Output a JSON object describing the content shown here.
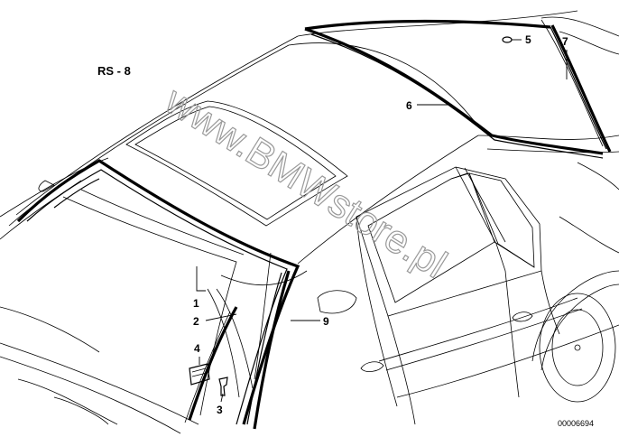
{
  "diagram": {
    "title": "RS - 8",
    "watermark": "www.BMWstore.pl",
    "image_code": "00006694",
    "callouts": [
      {
        "id": "1",
        "text": "1"
      },
      {
        "id": "2",
        "text": "2"
      },
      {
        "id": "3",
        "text": "3"
      },
      {
        "id": "4",
        "text": "4"
      },
      {
        "id": "5",
        "text": "5"
      },
      {
        "id": "6",
        "text": "6"
      },
      {
        "id": "7",
        "text": "7"
      },
      {
        "id": "9",
        "text": "9"
      }
    ]
  }
}
